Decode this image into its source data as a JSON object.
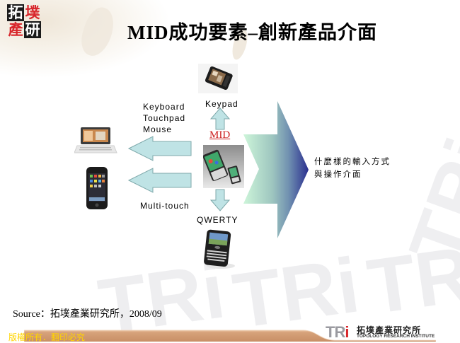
{
  "header": {
    "logo_chars": [
      "拓",
      "墣",
      "產",
      "研"
    ],
    "title": "MID成功要素–創新產品介面"
  },
  "diagram": {
    "center": {
      "label": "MID",
      "image": "mid-device-image"
    },
    "top": {
      "label": "Keypad",
      "image": "keypad-phone-image"
    },
    "bottom": {
      "label": "QWERTY",
      "image": "qwerty-phone-image"
    },
    "left_upper": {
      "label": "Keyboard\nTouchpad\nMouse",
      "image": "laptop-image"
    },
    "left_lower": {
      "label": "Multi-touch",
      "image": "iphone-image"
    },
    "conclusion": {
      "line1": "什麼樣的輸入方式",
      "line2": "與操作介面"
    },
    "colors": {
      "small_arrow_fill": "#bfe3e5",
      "small_arrow_stroke": "#7fa9ab",
      "big_arrow_start": "#cdf5d9",
      "big_arrow_end": "#2a2f8f",
      "mid_label": "#cc1f1f"
    }
  },
  "source": {
    "text": "Source：拓墣產業研究所，2008/09"
  },
  "footer": {
    "copyright": "版權所有．翻印必究",
    "band_color": "#d4a078",
    "text_color": "#ffd400",
    "brand_mark": "TRi",
    "brand_cn": "拓墣產業研究所",
    "brand_en": "TOPOLOGY RESEARCH INSTITUTE"
  },
  "watermark": {
    "text": "TRi"
  }
}
